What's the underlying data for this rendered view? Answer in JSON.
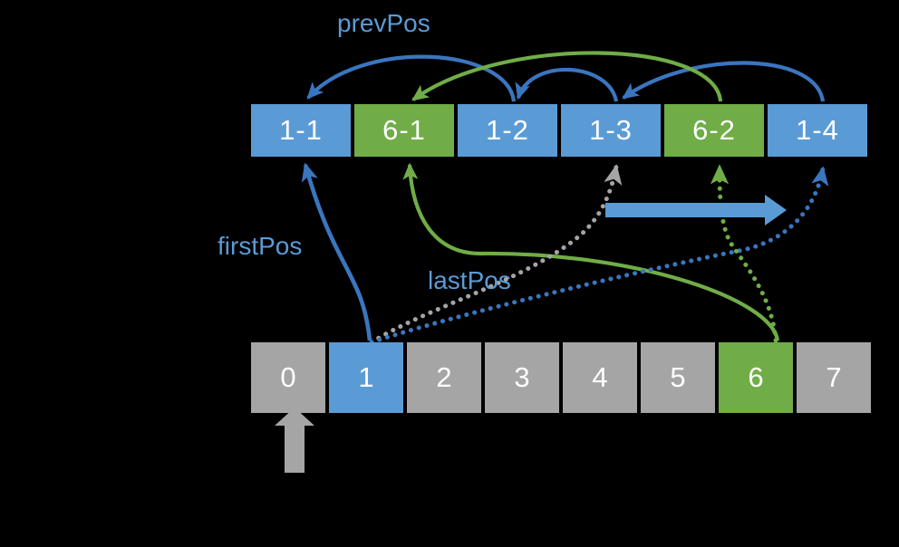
{
  "diagram": {
    "title_labels": {
      "prevPos": "prevPos",
      "firstPos": "firstPos",
      "lastPos": "lastPos"
    },
    "colors": {
      "blue": "#5B9BD5",
      "blue_dark": "#3A76BF",
      "green": "#70AD47",
      "gray": "#A5A5A5",
      "background": "#000000",
      "text": "#FFFFFF"
    },
    "hash_row": {
      "name": "entry-array",
      "cells": [
        {
          "label": "1-1",
          "color": "blue"
        },
        {
          "label": "6-1",
          "color": "green"
        },
        {
          "label": "1-2",
          "color": "blue"
        },
        {
          "label": "1-3",
          "color": "blue"
        },
        {
          "label": "6-2",
          "color": "green"
        },
        {
          "label": "1-4",
          "color": "blue"
        }
      ]
    },
    "bucket_row": {
      "name": "bucket-array",
      "cells": [
        {
          "label": "0",
          "color": "gray"
        },
        {
          "label": "1",
          "color": "blue"
        },
        {
          "label": "2",
          "color": "gray"
        },
        {
          "label": "3",
          "color": "gray"
        },
        {
          "label": "4",
          "color": "gray"
        },
        {
          "label": "5",
          "color": "gray"
        },
        {
          "label": "6",
          "color": "green"
        },
        {
          "label": "7",
          "color": "gray"
        }
      ]
    },
    "connectors": [
      {
        "name": "prevpos-arc-1-2-to-1-1",
        "style": "solid",
        "color": "blue",
        "from": "1-2",
        "to": "1-1"
      },
      {
        "name": "prevpos-arc-1-3-to-1-2",
        "style": "solid",
        "color": "blue",
        "from": "1-3",
        "to": "1-2"
      },
      {
        "name": "prevpos-arc-1-4-to-1-3",
        "style": "solid",
        "color": "blue",
        "from": "1-4",
        "to": "1-3"
      },
      {
        "name": "prevpos-arc-6-2-to-6-1",
        "style": "solid",
        "color": "green",
        "from": "6-2",
        "to": "6-1"
      },
      {
        "name": "firstpos-curve-bucket1-to-1-1",
        "style": "solid",
        "color": "blue",
        "from": "1",
        "to": "1-1"
      },
      {
        "name": "firstpos-curve-bucket6-to-6-1",
        "style": "solid",
        "color": "green",
        "from": "6",
        "to": "6-1"
      },
      {
        "name": "lastpos-curve-bucket1-to-1-4",
        "style": "dotted",
        "color": "blue",
        "from": "1",
        "to": "1-4"
      },
      {
        "name": "lastpos-curve-bucket1-to-1-3",
        "style": "dotted",
        "color": "gray",
        "from": "1",
        "to": "1-3"
      },
      {
        "name": "lastpos-curve-bucket6-to-6-2",
        "style": "dotted",
        "color": "green",
        "from": "6",
        "to": "6-2"
      },
      {
        "name": "append-direction-arrow",
        "style": "block",
        "color": "blue",
        "from": "1-3",
        "to": "1-4"
      },
      {
        "name": "bucket-index-pointer",
        "style": "block",
        "color": "gray",
        "from": "below",
        "to": "0"
      }
    ]
  }
}
